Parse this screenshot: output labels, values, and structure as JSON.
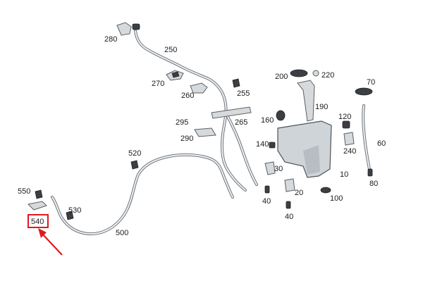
{
  "diagram": {
    "part_numbers": {
      "p280": "280",
      "p250": "250",
      "p270": "270",
      "p260": "260",
      "p255": "255",
      "p295": "295",
      "p265": "265",
      "p290": "290",
      "p520": "520",
      "p200": "200",
      "p220": "220",
      "p190": "190",
      "p70": "70",
      "p160": "160",
      "p120": "120",
      "p140": "140",
      "p240": "240",
      "p60": "60",
      "p30": "30",
      "p10": "10",
      "p550": "550",
      "p530": "530",
      "p540": "540",
      "p500": "500",
      "p40a": "40",
      "p20": "20",
      "p100": "100",
      "p40b": "40",
      "p80": "80"
    },
    "highlight": {
      "part": "540",
      "box_color": "#e0191f",
      "arrow_color": "#e0191f"
    },
    "colors": {
      "pipe": "#6f7479",
      "part_fill": "#d6dadd",
      "dark_part": "#3b3f43"
    }
  }
}
